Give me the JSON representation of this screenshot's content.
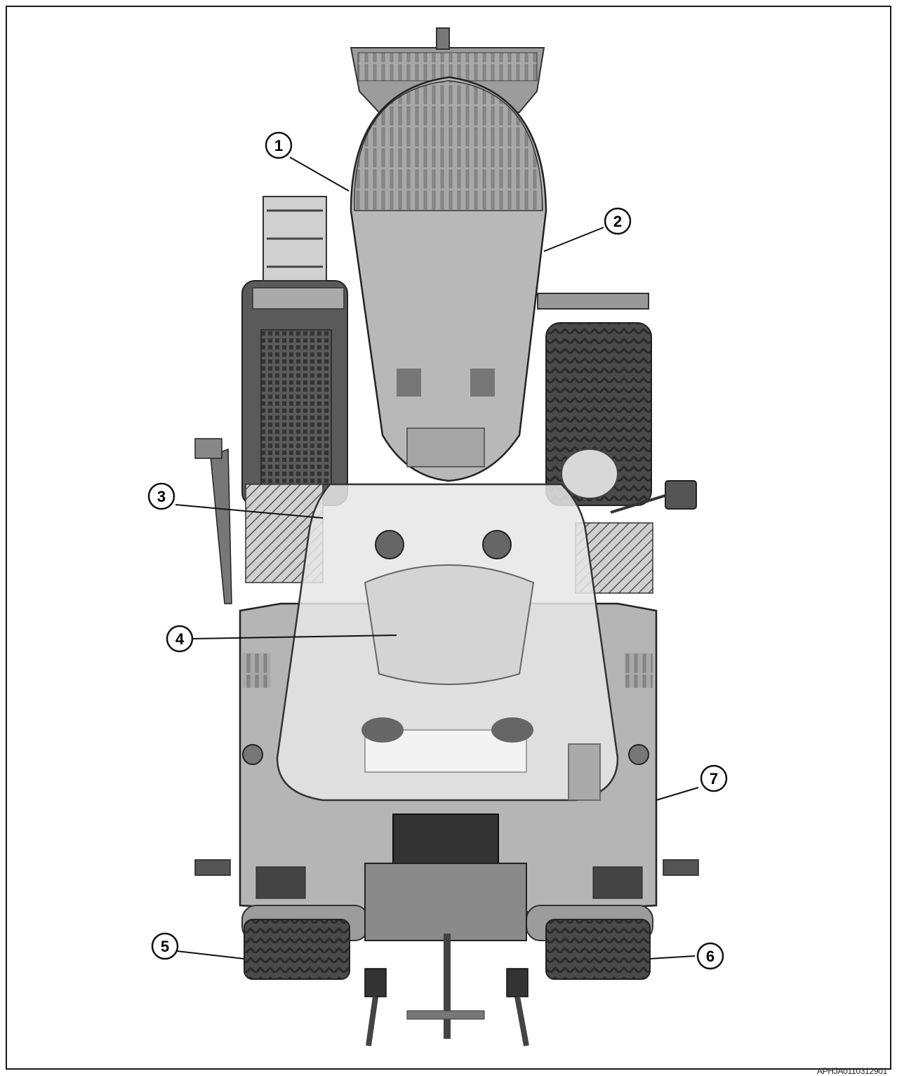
{
  "callouts": [
    {
      "id": "1",
      "label": "1"
    },
    {
      "id": "2",
      "label": "2"
    },
    {
      "id": "3",
      "label": "3"
    },
    {
      "id": "4",
      "label": "4"
    },
    {
      "id": "5",
      "label": "5"
    },
    {
      "id": "6",
      "label": "6"
    },
    {
      "id": "7",
      "label": "7"
    }
  ],
  "figure_code": "APHJA0110312901",
  "colors": {
    "frame": "#1a1a1a",
    "body_fill": "#b5b5b5",
    "hood_fill": "#9a9a9a",
    "tyre_fill": "#4a4a4a",
    "cab_fill": "#e6e6e6"
  }
}
